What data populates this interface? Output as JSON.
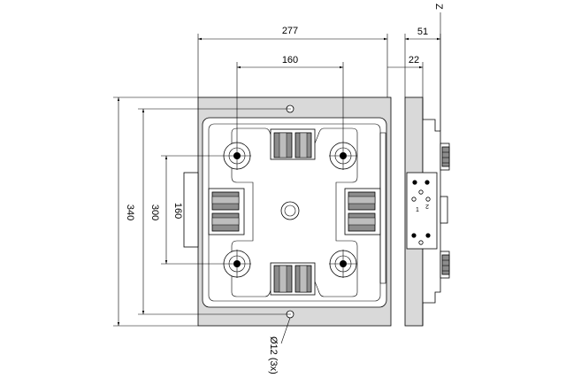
{
  "drawing": {
    "dimensions": {
      "overall_width": "277",
      "mount_spacing_horizontal": "160",
      "overall_height": "340",
      "inner_height": "300",
      "mount_spacing_vertical": "160",
      "side_depth": "51",
      "side_offset": "22",
      "axis_label": "Z",
      "hole_callout": "Ø12 (3x)"
    },
    "side_labels": {
      "label_1": "1",
      "label_2": "2"
    }
  }
}
